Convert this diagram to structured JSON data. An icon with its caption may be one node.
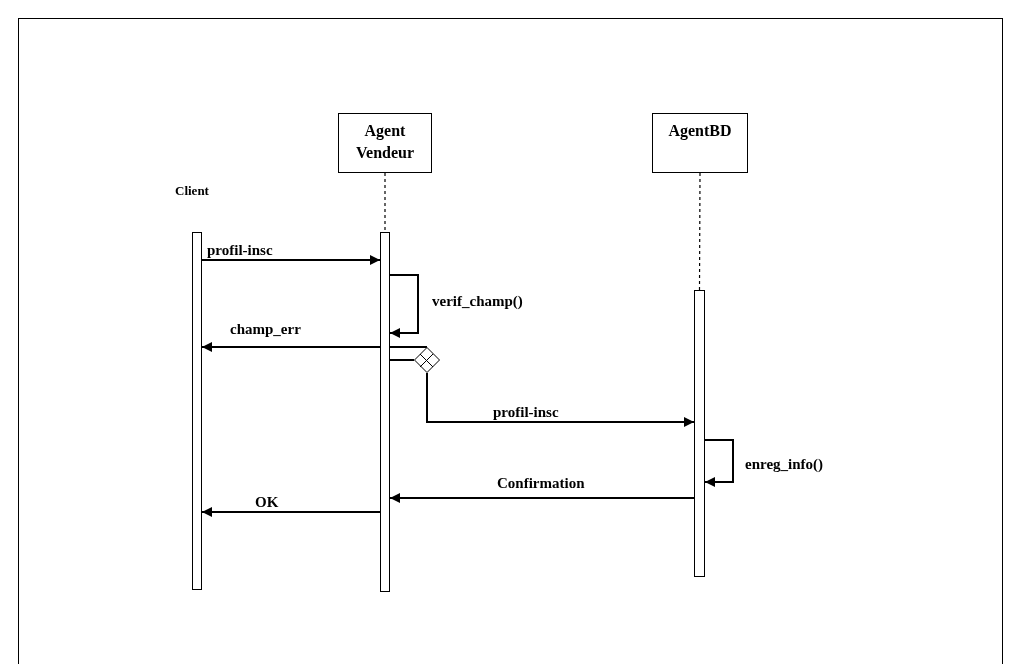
{
  "diagram": {
    "nodes": [
      {
        "text": [
          "Agent Vendeur"
        ]
      },
      {
        "text": [
          "AgentBD"
        ]
      },
      {
        "text": [],
        "shape": "bar",
        "beside": [
          "Client"
        ]
      },
      {
        "text": [],
        "shape": "bar"
      },
      {
        "text": [],
        "shape": "bar"
      },
      {
        "text": [],
        "shape": "diamond"
      }
    ],
    "edges": [
      {
        "from": 0,
        "to": 3,
        "arrow": "none",
        "style": "dashed"
      },
      {
        "from": 1,
        "to": 4,
        "arrow": "none",
        "style": "dashed"
      },
      {
        "from": 2,
        "to": 3,
        "arrow": "to",
        "label": "profil-insc"
      },
      {
        "from": 3,
        "to": 3,
        "arrow": "to",
        "label": "verif_champ()"
      },
      {
        "from": 5,
        "to": 2,
        "arrow": "to",
        "label": "champ_err"
      },
      {
        "from": 3,
        "to": 5,
        "arrow": "none"
      },
      {
        "from": 5,
        "to": 4,
        "arrow": "to",
        "label": "profil-insc"
      },
      {
        "from": 4,
        "to": 4,
        "arrow": "to",
        "label": "enreg_info()"
      },
      {
        "from": 4,
        "to": 3,
        "arrow": "to",
        "label": "Confirmation"
      },
      {
        "from": 3,
        "to": 2,
        "arrow": "to",
        "label": "OK"
      }
    ]
  }
}
